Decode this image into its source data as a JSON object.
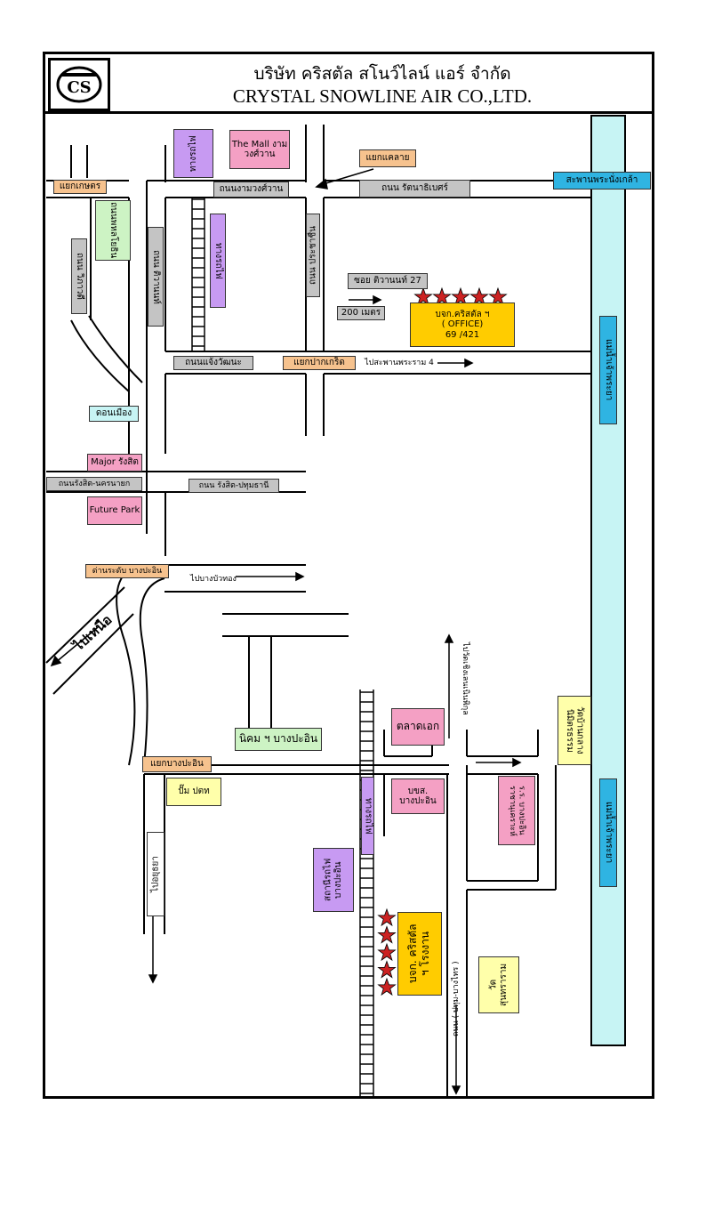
{
  "header": {
    "title_th": "บริษัท คริสตัล สโนว์ไลน์ แอร์ จำกัด",
    "title_en": "CRYSTAL SNOWLINE AIR CO.,LTD."
  },
  "logo": {
    "icon": "company-logo-icon"
  },
  "labels": {
    "themall": "The Mall งาม\nวงศ์วาน",
    "yaek_khlai": "แยกแคลาย",
    "saphan": "สะพานพระนั่งเกล้า",
    "yaek_kaset": "แยกเกษตร",
    "rd_ngamwong": "ถนนงามวงศ์วาน",
    "rd_rattanathibet": "ถนน รัตนาธิเบศร์",
    "purple_top": "ทางรถไฟ",
    "green_top": "ถนนพหลโยธิน",
    "gray_v1": "ถนน วิภาวดี",
    "gray_v2": "ถนน ติวานนท์",
    "gray_v3": "ถนน ประชาชื่น",
    "purple_v2": "ทางรถไฟ",
    "soi": "ซอย ติวานนท์ 27",
    "m200": "200 เมตร",
    "office": "บจก.คริสตัล ฯ\n( OFFICE)\n69 /421",
    "rd_chaengwattana": "ถนนแจ้งวัฒนะ",
    "yaek_pakkret": "แยกปากเกร็ด",
    "to_pathum": "ไปสะพานพระราม 4",
    "river_top": "แม่น้ำเจ้าพระยา",
    "don_mueang": "ดอนเมือง",
    "major": "Major รังสิต",
    "rd_rangsit_nakhonnayok": "ถนนรังสิต-นครนายก",
    "rd_rangsit_pathum": "ถนน รังสิต-ปทุมธานี",
    "future_park": "Future Park",
    "toll": "ด่านระดับ บางปะอิน",
    "to_bangbuathong": "ไปบางบัวทอง",
    "to_north": "ไปเหนือ",
    "nikhom": "นิคม ฯ บางปะอิน",
    "yaek_bangpa_in": "แยกบางปะอิน",
    "ptt": "ปั๊ม ปตท",
    "to_bangkok": "ไปอยุธยา",
    "purple_v3": "ทางรถไฟ",
    "station": "สถานีรถไฟ\nบางปะอิน",
    "talad": "ตลาดเอก",
    "bks": "บขส.\nบางปะอิน",
    "school": "ร.ร. บางปะอิน\nราชานุเคราะห์",
    "temple_road": "ไปวัดเชิงเลนเนินพิกุล",
    "yellow_right": "วัดบ้านกลาง\nนิมิตรธรรม",
    "river_bottom": "แม่น้ำเจ้าพระยา",
    "factory": "บจก. คริสตัล\nฯ โรงงาน",
    "bangpa_in_rd": "ถนน ( ปทุม-บางไทร )",
    "wat": "วัด\nสุนทราราม"
  },
  "colors": {
    "road": "#000000",
    "river": "#c7f4f4",
    "star": "#cc2222",
    "office": "#ffcc00",
    "pink": "#f4a0c4",
    "purple": "#c79af2",
    "orange": "#f6c28e",
    "gray": "#c4c4c4"
  },
  "markers": {
    "icon": "star-icon",
    "count_office": 5,
    "count_factory": 5
  }
}
